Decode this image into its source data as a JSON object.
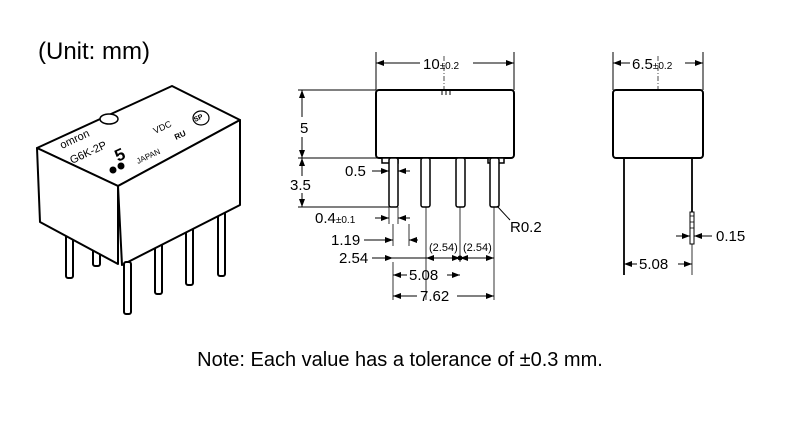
{
  "header": {
    "unit_label": "(Unit: mm)"
  },
  "note": "Note: Each value has a tolerance of ±0.3 mm.",
  "relay_markings": {
    "brand": "omron",
    "model": "G6K-2P",
    "voltage": "5",
    "vdc": "VDC",
    "country": "JAPAN",
    "ul": "RU",
    "csa": "SP"
  },
  "front_view": {
    "width": "10",
    "width_tol": "±0.2",
    "body_height": "5",
    "pin_length": "3.5",
    "pin_width_top": "0.5",
    "pin_thickness": "0.4",
    "pin_thickness_tol": "±0.1",
    "offset_a": "1.19",
    "offset_b": "2.54",
    "pitch_1": "(2.54)",
    "pitch_2": "(2.54)",
    "radius": "R0.2",
    "span_a": "5.08",
    "span_b": "7.62"
  },
  "side_view": {
    "width": "6.5",
    "width_tol": "±0.2",
    "pin_thickness": "0.15",
    "pin_spacing": "5.08"
  }
}
